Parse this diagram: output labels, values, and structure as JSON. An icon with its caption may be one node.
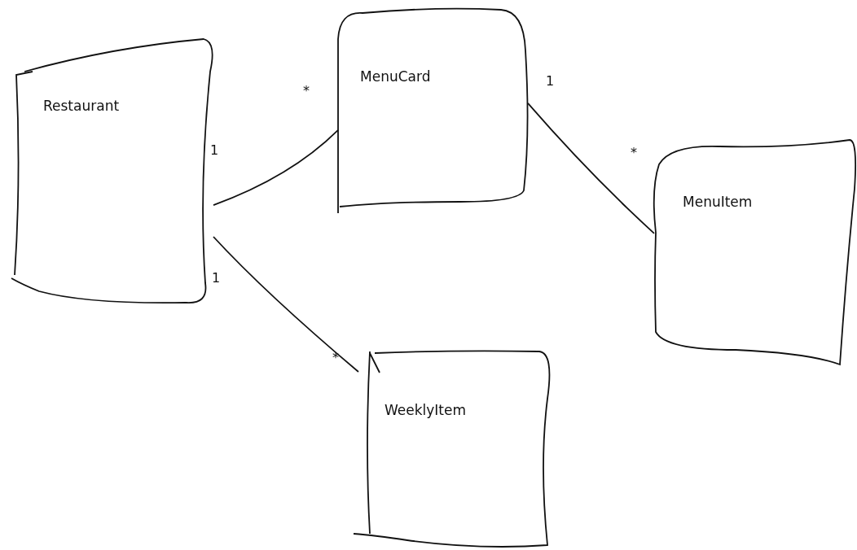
{
  "diagram": {
    "nodes": [
      {
        "text": [
          "Restaurant"
        ]
      },
      {
        "text": [
          "MenuCard"
        ]
      },
      {
        "text": [
          "MenuItem"
        ]
      },
      {
        "text": [
          "WeeklyItem"
        ]
      }
    ],
    "edges": [
      {
        "from": 0,
        "to": 1,
        "arrow": "none"
      },
      {
        "from": 1,
        "to": 2,
        "arrow": "none"
      },
      {
        "from": 0,
        "to": 3,
        "arrow": "none"
      }
    ],
    "labels": [
      "1",
      "*",
      "1",
      "*",
      "1",
      "*"
    ]
  }
}
